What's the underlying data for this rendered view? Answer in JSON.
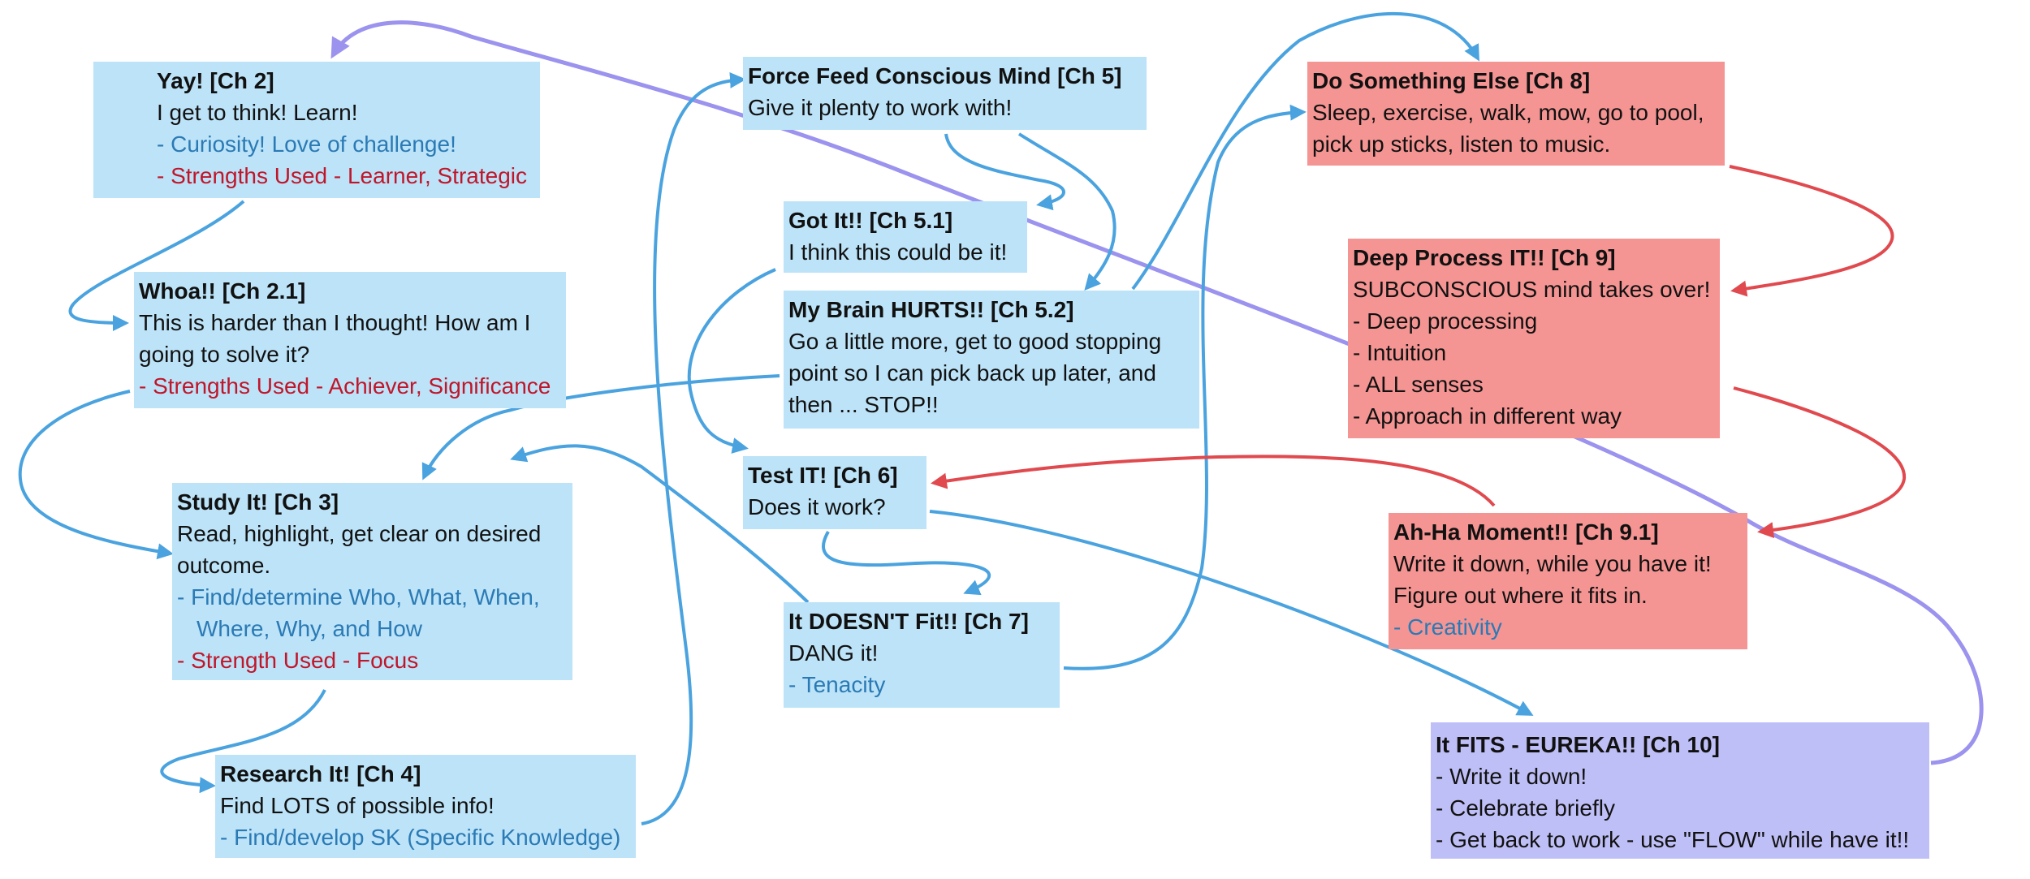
{
  "colors": {
    "box_blue": "#bde3f8",
    "box_red": "#f59593",
    "box_purple": "#bfbff7",
    "arrow_blue": "#4aa3df",
    "arrow_red": "#e04a4f",
    "arrow_purple": "#9b93ee",
    "text_blue": "#2a7ab5",
    "text_red": "#c0162a"
  },
  "nodes": {
    "ch2": {
      "title": "Yay!  [Ch 2]",
      "line1": "I get to think!  Learn!",
      "line2": "- Curiosity!  Love of challenge!",
      "line3": "- Strengths Used - Learner, Strategic"
    },
    "ch2_1": {
      "title": "Whoa!!  [Ch 2.1]",
      "line1": "This is harder than I thought! How am I",
      "line2": "going to solve it?",
      "line3": "- Strengths Used - Achiever, Significance"
    },
    "ch3": {
      "title": "Study It!  [Ch 3]",
      "line1": "Read, highlight, get clear on desired",
      "line2": "outcome.",
      "line3": "- Find/determine Who, What, When,",
      "line4": "Where, Why, and How",
      "line5": "- Strength Used - Focus"
    },
    "ch4": {
      "title": "Research It!  [Ch 4]",
      "line1": "Find LOTS of possible info!",
      "line2": "- Find/develop SK (Specific Knowledge)"
    },
    "ch5": {
      "title": "Force Feed Conscious Mind  [Ch 5]",
      "line1": "Give it plenty to work with!"
    },
    "ch5_1": {
      "title": "Got It!!  [Ch 5.1]",
      "line1": "I think this could be it!"
    },
    "ch5_2": {
      "title": "My Brain HURTS!!  [Ch 5.2]",
      "line1": "Go a little more, get to good stopping",
      "line2": "point so I can pick back up later, and",
      "line3": "then ... STOP!!"
    },
    "ch6": {
      "title": "Test IT!  [Ch 6]",
      "line1": "Does it work?"
    },
    "ch7": {
      "title": "It DOESN'T Fit!!  [Ch 7]",
      "line1": "DANG it!",
      "line2": "- Tenacity"
    },
    "ch8": {
      "title": "Do Something Else  [Ch 8]",
      "line1": "Sleep, exercise, walk, mow, go to pool,",
      "line2": "pick up sticks, listen to music."
    },
    "ch9": {
      "title": "Deep Process IT!!  [Ch 9]",
      "line1": "SUBCONSCIOUS mind takes over!",
      "line2": "- Deep processing",
      "line3": "- Intuition",
      "line4": "- ALL senses",
      "line5": "- Approach in different way"
    },
    "ch9_1": {
      "title": "Ah-Ha Moment!!  [Ch 9.1]",
      "line1": "Write it down, while you have it!",
      "line2": "Figure out where it fits in.",
      "line3": "- Creativity"
    },
    "ch10": {
      "title": "It FITS - EUREKA!!  [Ch 10]",
      "line1": "- Write it down!",
      "line2": "- Celebrate briefly",
      "line3": "- Get back to work - use \"FLOW\" while have it!!"
    }
  }
}
